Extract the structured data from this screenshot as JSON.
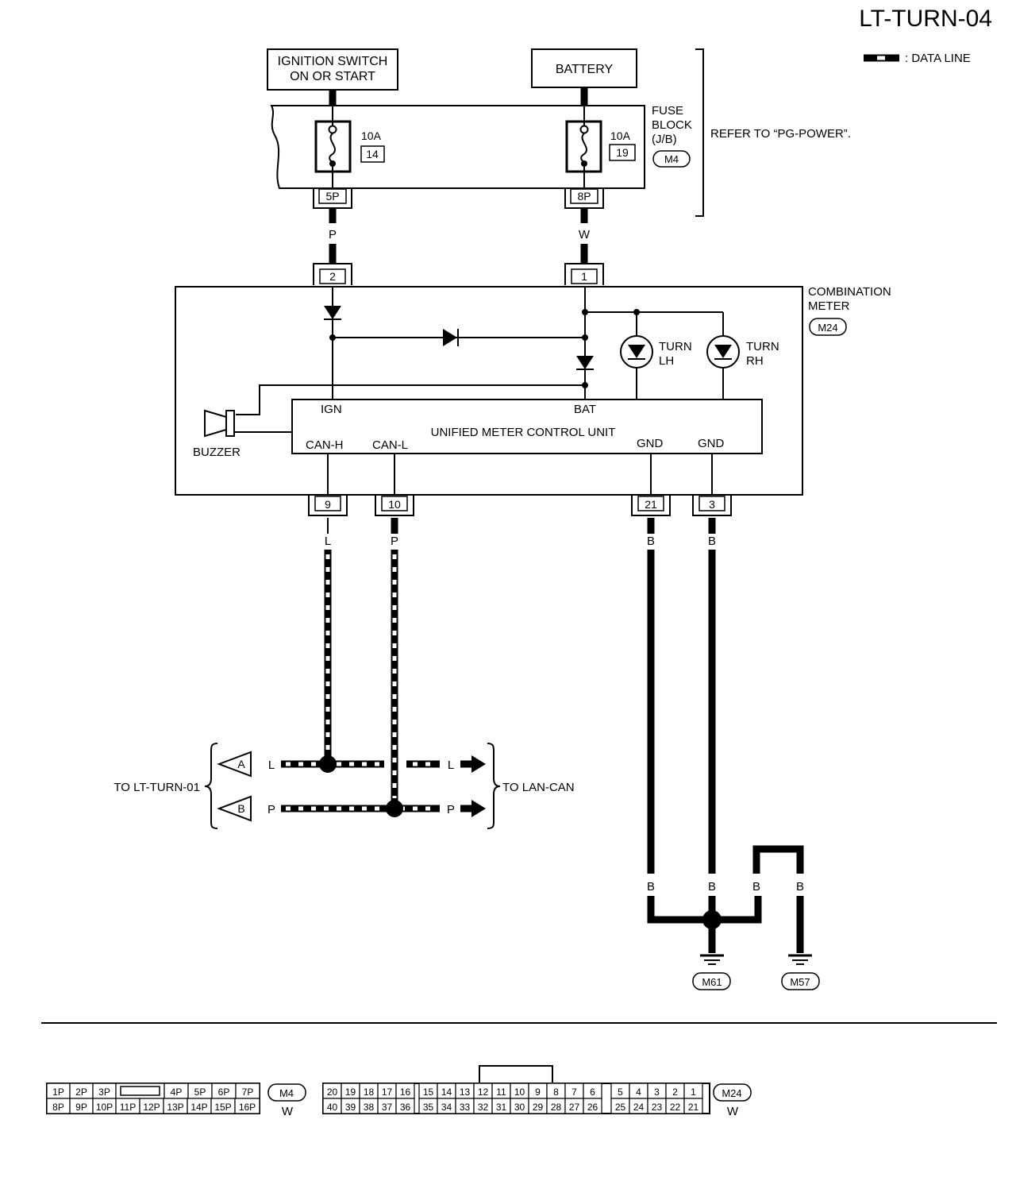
{
  "page_title": "LT-TURN-04",
  "legend": {
    "label": ": DATA LINE"
  },
  "sources": {
    "ignition": [
      "IGNITION SWITCH",
      "ON OR START"
    ],
    "battery": "BATTERY"
  },
  "fuse_block": {
    "label": [
      "FUSE",
      "BLOCK",
      "(J/B)"
    ],
    "connector": "M4",
    "refer": "REFER TO “PG-POWER”.",
    "fuses": [
      {
        "rating": "10A",
        "number": "14",
        "terminal": "5P"
      },
      {
        "rating": "10A",
        "number": "19",
        "terminal": "8P"
      }
    ]
  },
  "wire_colors": {
    "ign": "P",
    "bat": "W",
    "can_h": "L",
    "can_l": "P",
    "gnd1": "B",
    "gnd2": "B"
  },
  "meter": {
    "label": [
      "COMBINATION",
      "METER"
    ],
    "connector": "M24",
    "pins_top": [
      "2",
      "1"
    ],
    "pins_bottom": [
      "9",
      "10",
      "21",
      "3"
    ],
    "turn_lh": [
      "TURN",
      "LH"
    ],
    "turn_rh": [
      "TURN",
      "RH"
    ],
    "buzzer": "BUZZER",
    "unit": {
      "name": "UNIFIED METER CONTROL UNIT",
      "ign": "IGN",
      "bat": "BAT",
      "can_h": "CAN-H",
      "can_l": "CAN-L",
      "gnd1": "GND",
      "gnd2": "GND"
    }
  },
  "links": {
    "left": "TO LT-TURN-01",
    "right": "TO LAN-CAN",
    "a": "A",
    "b": "B",
    "l": "L",
    "p": "P"
  },
  "grounds": {
    "colors": [
      "B",
      "B",
      "B",
      "B"
    ],
    "m61": "M61",
    "m57": "M57"
  },
  "connectors": {
    "m4": {
      "id": "M4",
      "color": "W",
      "row1": [
        "1P",
        "2P",
        "3P",
        "",
        "4P",
        "5P",
        "6P",
        "7P"
      ],
      "row2": [
        "8P",
        "9P",
        "10P",
        "11P",
        "12P",
        "13P",
        "14P",
        "15P",
        "16P"
      ]
    },
    "m24": {
      "id": "M24",
      "color": "W",
      "row1": [
        "20",
        "19",
        "18",
        "17",
        "16",
        "",
        "15",
        "14",
        "13",
        "12",
        "11",
        "10",
        "9",
        "8",
        "7",
        "6",
        "",
        "5",
        "4",
        "3",
        "2",
        "1"
      ],
      "row2": [
        "40",
        "39",
        "38",
        "37",
        "36",
        "",
        "35",
        "34",
        "33",
        "32",
        "31",
        "30",
        "29",
        "28",
        "27",
        "26",
        "",
        "25",
        "24",
        "23",
        "22",
        "21"
      ]
    }
  }
}
